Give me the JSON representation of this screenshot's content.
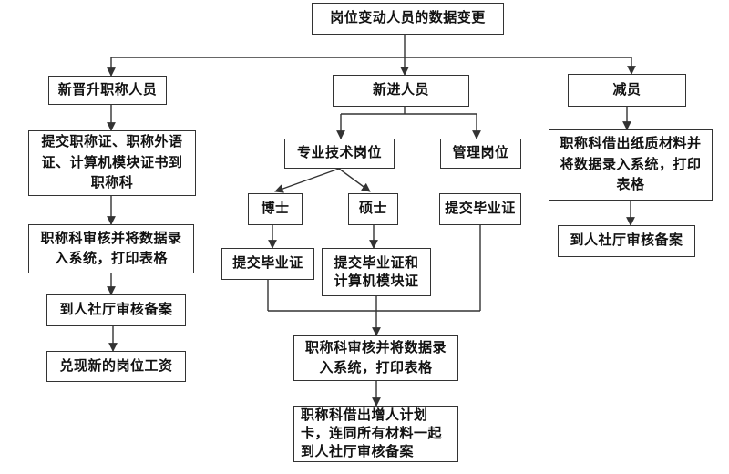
{
  "diagram": {
    "type": "flowchart",
    "colors": {
      "background": "#ffffff",
      "line": "#333333",
      "box_border": "#333333",
      "text": "#111111"
    },
    "nodes": {
      "root": "岗位变动人员的数据变更",
      "promo": "新晋升职称人员",
      "promo_submit": "提交职称证、职称外语\n证、计算机模块证书到\n职称科",
      "promo_review": "职称科审核并将数据录\n入系统，打印表格",
      "promo_record": "到人社厅审核备案",
      "promo_salary": "兑现新的岗位工资",
      "new_staff": "新进人员",
      "tech_post": "专业技术岗位",
      "mgmt_post": "管理岗位",
      "doctor": "博士",
      "master": "硕士",
      "mgmt_submit": "提交毕业证",
      "doctor_submit": "提交毕业证",
      "master_submit": "提交毕业证和\n计算机模块证",
      "mid_review": "职称科审核并将数据录\n入系统，打印表格",
      "mid_card": "职称科借出增人计划\n卡，连同所有材料一起\n到人社厅审核备案",
      "reduce": "减员",
      "reduce_review": "职称科借出纸质材料并\n将数据录入系统，打印\n表格",
      "reduce_record": "到人社厅审核备案"
    },
    "edges": [
      "root -> promo",
      "root -> new_staff",
      "root -> reduce",
      "promo -> promo_submit",
      "promo_submit -> promo_review",
      "promo_review -> promo_record",
      "promo_record -> promo_salary",
      "new_staff -> tech_post",
      "new_staff -> mgmt_post",
      "tech_post -> doctor",
      "tech_post -> master",
      "doctor -> doctor_submit",
      "master -> master_submit",
      "mgmt_post -> mgmt_submit",
      "doctor_submit -> mid_review",
      "master_submit -> mid_review",
      "mgmt_submit -> mid_review",
      "mid_review -> mid_card",
      "reduce -> reduce_review",
      "reduce_review -> reduce_record"
    ]
  }
}
